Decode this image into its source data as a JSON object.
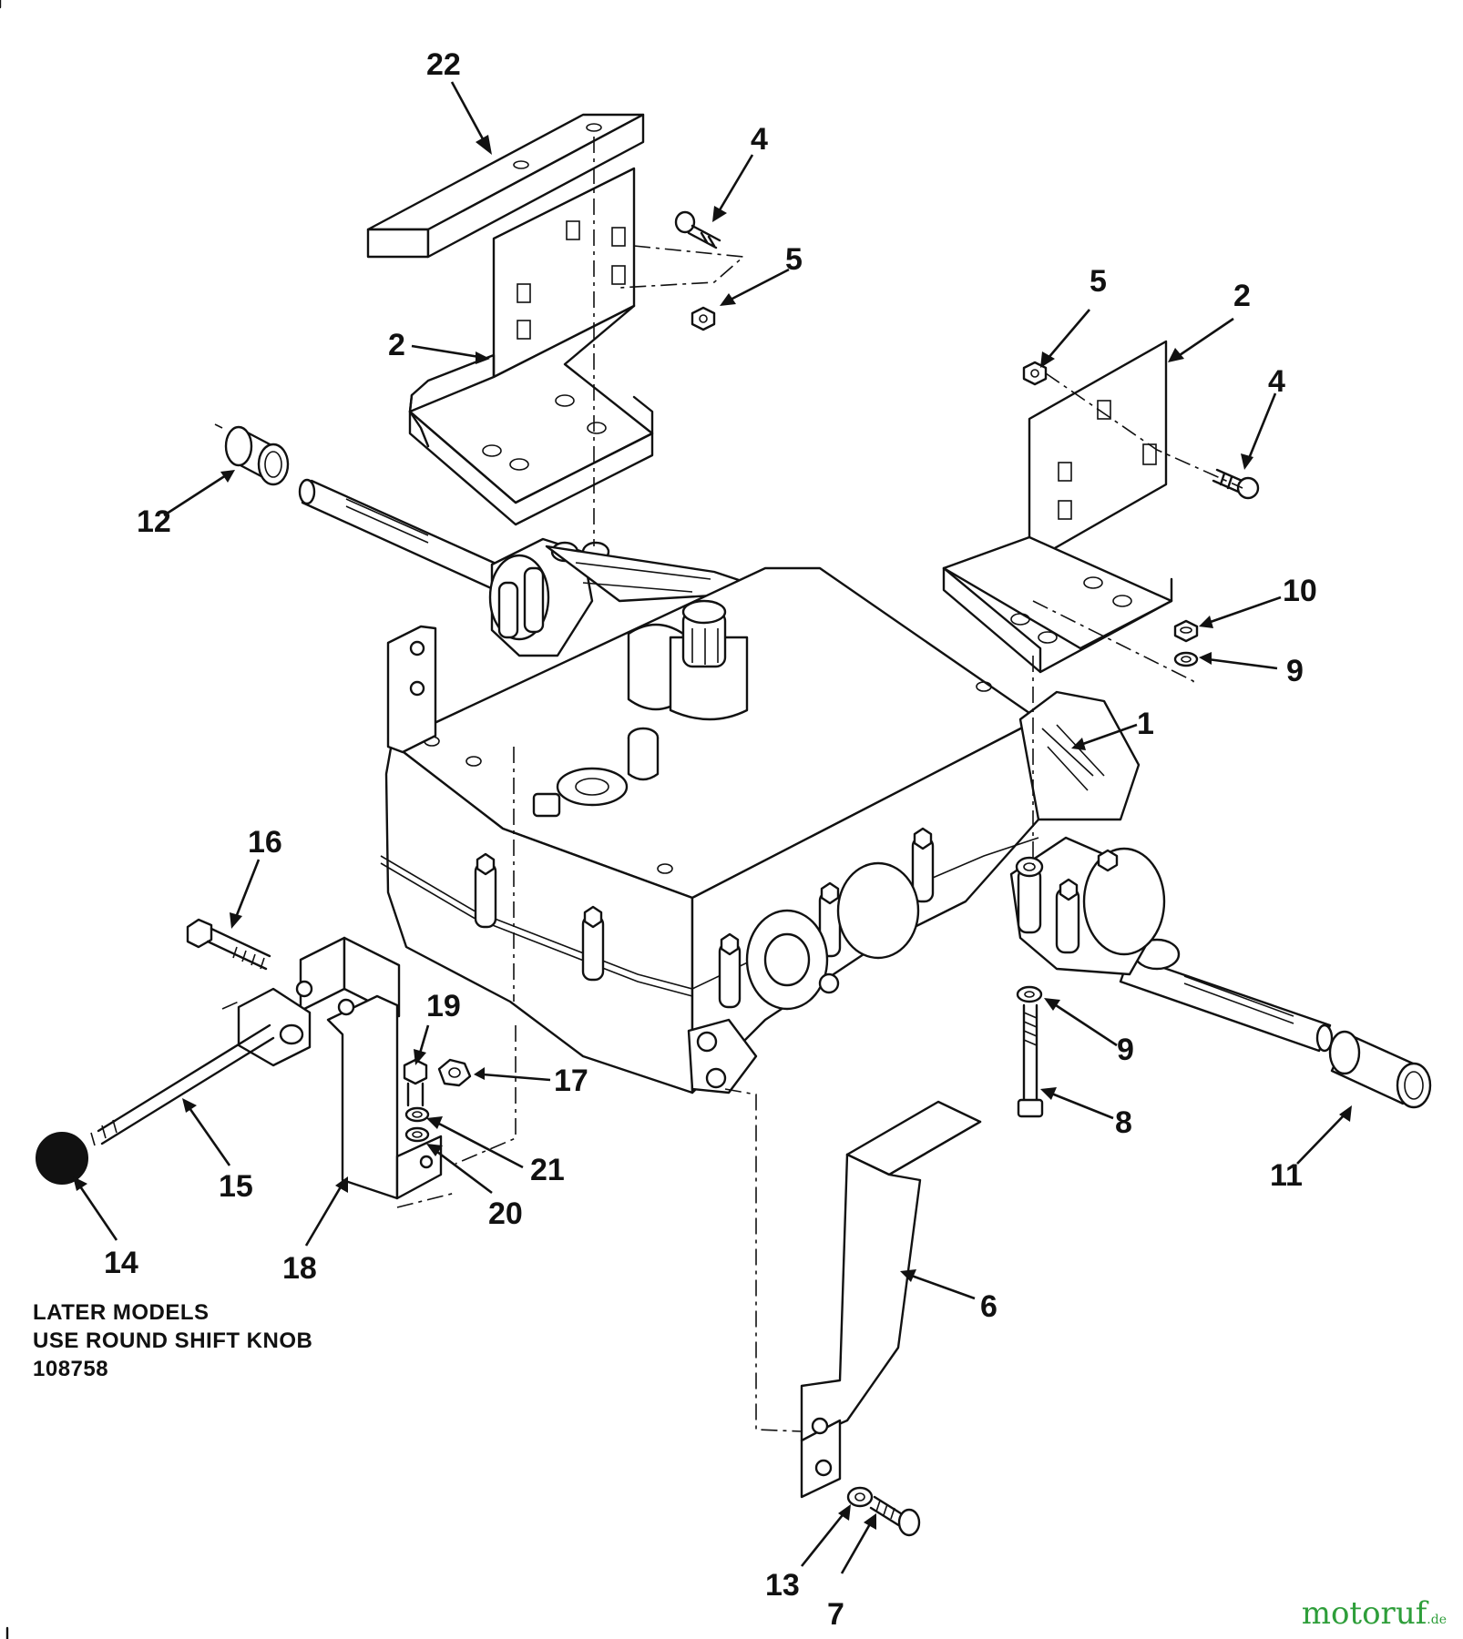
{
  "diagram": {
    "callouts": [
      {
        "id": "c22a",
        "label": "22"
      },
      {
        "id": "c4a",
        "label": "4"
      },
      {
        "id": "c5a",
        "label": "5"
      },
      {
        "id": "c2a",
        "label": "2"
      },
      {
        "id": "c5b",
        "label": "5"
      },
      {
        "id": "c2b",
        "label": "2"
      },
      {
        "id": "c4b",
        "label": "4"
      },
      {
        "id": "c12",
        "label": "12"
      },
      {
        "id": "c10",
        "label": "10"
      },
      {
        "id": "c9a",
        "label": "9"
      },
      {
        "id": "c1",
        "label": "1"
      },
      {
        "id": "c16",
        "label": "16"
      },
      {
        "id": "c19",
        "label": "19"
      },
      {
        "id": "c17",
        "label": "17"
      },
      {
        "id": "c9b",
        "label": "9"
      },
      {
        "id": "c8",
        "label": "8"
      },
      {
        "id": "c21",
        "label": "21"
      },
      {
        "id": "c15",
        "label": "15"
      },
      {
        "id": "c20",
        "label": "20"
      },
      {
        "id": "c11",
        "label": "11"
      },
      {
        "id": "c14",
        "label": "14"
      },
      {
        "id": "c18",
        "label": "18"
      },
      {
        "id": "c6",
        "label": "6"
      },
      {
        "id": "c13",
        "label": "13"
      },
      {
        "id": "c7",
        "label": "7"
      }
    ],
    "note": [
      "LATER MODELS",
      "USE ROUND SHIFT KNOB",
      "108758"
    ]
  },
  "watermark": {
    "main": "motoruf",
    "suffix": ".de",
    "color": "#2e9e3a"
  }
}
